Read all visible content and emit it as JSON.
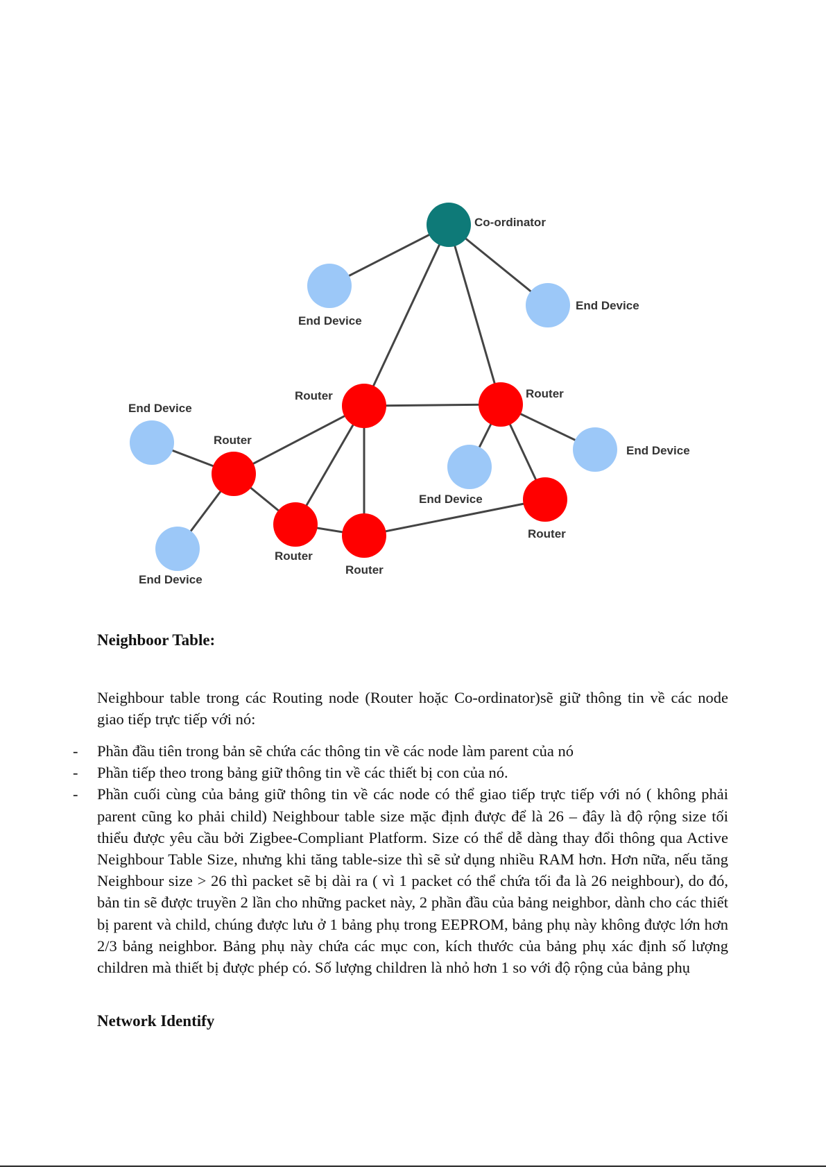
{
  "diagram": {
    "colors": {
      "coordinator": "#0e7a78",
      "router": "#ff0000",
      "end_device": "#9cc8f8",
      "link": "#444444"
    },
    "labels": {
      "coordinator": "Co-ordinator",
      "end_device": "End Device",
      "router": "Router"
    }
  },
  "content": {
    "neighbor_title": "Neighboor Table:",
    "intro": "Neighbour table trong các Routing node (Router hoặc Co-ordinator)sẽ giữ thông tin về các node giao tiếp trực tiếp với nó:",
    "bullets": [
      "Phần đầu tiên trong bản sẽ chứa các thông tin về các node làm parent của nó",
      "Phần tiếp theo trong bảng giữ thông tin về các thiết bị con của nó.",
      "Phần cuối cùng của bảng giữ thông tin về các node có thể giao tiếp trực tiếp với nó ( không phải parent cũng ko phải child) Neighbour table size mặc định được để là 26 – đây là độ rộng size tối thiểu được yêu cầu bởi Zigbee-Compliant Platform. Size có thể dễ dàng thay đổi thông qua Active Neighbour Table Size, nhưng khi tăng table-size thì sẽ sử dụng nhiều RAM hơn. Hơn nữa, nếu tăng Neighbour size > 26 thì packet sẽ bị dài ra ( vì 1 packet có thể chứa tối đa là 26 neighbour), do đó, bản tin sẽ được truyền 2 lần cho những packet này, 2 phần đầu của bảng neighbor, dành cho các thiết bị parent và child, chúng được lưu ở 1 bảng phụ trong EEPROM, bảng phụ này không được lớn hơn 2/3 bảng neighbor. Bảng phụ này chứa các mục con, kích thước của bảng phụ xác định số lượng children mà thiết bị được phép có. Số lượng children là nhỏ hơn 1 so với độ rộng của bảng phụ"
    ],
    "dash": "-",
    "network_title": "Network Identify"
  }
}
